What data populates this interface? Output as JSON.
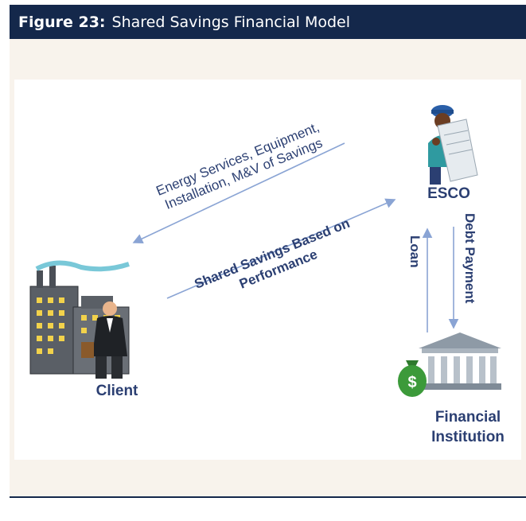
{
  "figure": {
    "number": "Figure 23:",
    "title": "Shared Savings Financial Model"
  },
  "diagram": {
    "arrow_top_line1": "Energy Services, Equipment,",
    "arrow_top_line2": "Installation, M&V of Savings",
    "arrow_bottom_line1": "Shared Savings Based on",
    "arrow_bottom_line2": "Performance",
    "esco_label": "ESCO",
    "client_label": "Client",
    "bank_label_line1": "Financial",
    "bank_label_line2": "Institution",
    "loan_label": "Loan",
    "debt_label": "Debt Payment",
    "money_symbol": "$"
  },
  "colors": {
    "header_bg": "#14284b",
    "body_bg": "#f8f3ec",
    "label_navy": "#2b3f72",
    "arrow_blue": "#8aa4d4"
  }
}
